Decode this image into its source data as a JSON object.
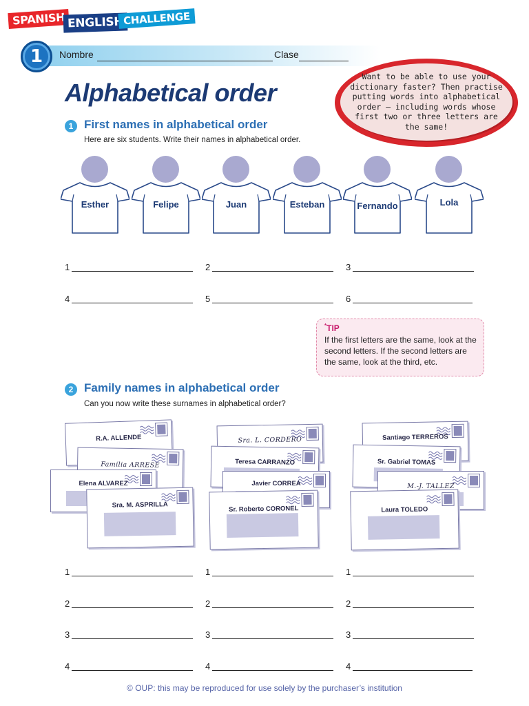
{
  "logo": {
    "word1": "SPANISH",
    "word2": "ENGLISH",
    "word3": "CHALLENGE"
  },
  "header": {
    "unit_number": "1",
    "name_label": "Nombre",
    "class_label": "Clase"
  },
  "title": "Alphabetical order",
  "bubble_text": "Want to be able to use your dictionary faster? Then practise putting words into alphabetical order – including words whose first two or three letters are the same!",
  "section1": {
    "number": "1",
    "title": "First names in alphabetical order",
    "instruction": "Here are six students. Write their names in alphabetical order.",
    "students": [
      "Esther",
      "Felipe",
      "Juan",
      "Esteban",
      "Fernando",
      "Lola"
    ],
    "line_numbers": [
      "1",
      "2",
      "3",
      "4",
      "5",
      "6"
    ]
  },
  "tip": {
    "label": "TIP",
    "text": "If the first letters are the same, look at the second letters. If the second letters are the same, look at the third, etc."
  },
  "section2": {
    "number": "2",
    "title": "Family names in alphabetical order",
    "instruction": "Can you now write these surnames in alphabetical order?",
    "groups": [
      [
        "R.A. ALLENDE",
        "Familia ARRESE",
        "Elena ALVAREZ",
        "Sra. M. ASPRILLA"
      ],
      [
        "Sra. L. CORDERO",
        "Teresa CARRANZO",
        "Javier CORREA",
        "Sr. Roberto CORONEL"
      ],
      [
        "Santiago TERREROS",
        "Sr. Gabriel TOMAS",
        "M.-J. TALLEZ",
        "Laura TOLEDO"
      ]
    ],
    "line_numbers": [
      "1",
      "2",
      "3",
      "4"
    ]
  },
  "footer": "© OUP: this may be reproduced for use solely by the purchaser’s institution",
  "colors": {
    "brand_blue": "#1c3a74",
    "heading_blue": "#2c6fb4",
    "bubble_red": "#d8262c",
    "tip_pink": "#c8196b",
    "figure_purple": "#a9a9d0"
  },
  "icons": [
    "speech-bubble",
    "t-shirt-figure",
    "envelope",
    "postage-stamp"
  ]
}
